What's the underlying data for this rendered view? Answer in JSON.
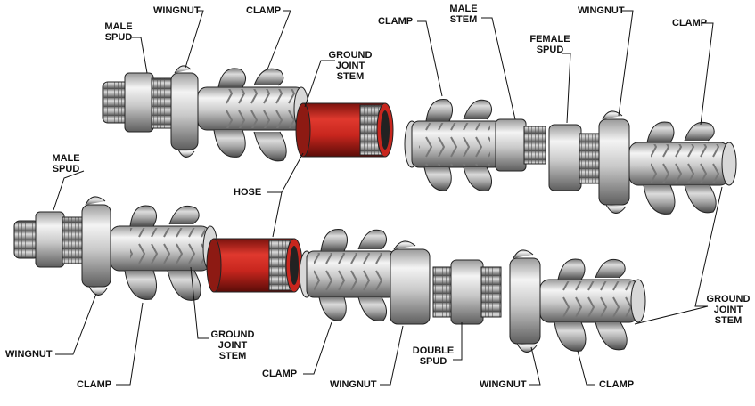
{
  "labels": {
    "male_spud_top": "MALE SPUD",
    "wingnut_top": "WINGNUT",
    "clamp_top_left": "CLAMP",
    "ground_joint_stem_top": "GROUND JOINT STEM",
    "clamp_top_mid": "CLAMP",
    "male_stem_top": "MALE STEM",
    "female_spud_top": "FEMALE SPUD",
    "wingnut_top_right": "WINGNUT",
    "clamp_top_right": "CLAMP",
    "male_spud_left": "MALE SPUD",
    "hose": "HOSE",
    "wingnut_bottom_left": "WINGNUT",
    "clamp_bottom_left": "CLAMP",
    "ground_joint_stem_bottom": "GROUND JOINT STEM",
    "clamp_bottom_mid": "CLAMP",
    "wingnut_bottom_mid": "WINGNUT",
    "double_spud": "DOUBLE SPUD",
    "wingnut_bottom_right": "WINGNUT",
    "clamp_bottom_right": "CLAMP",
    "ground_joint_stem_right": "GROUND JOINT STEM"
  },
  "colors": {
    "metal_light": "#e6e6e6",
    "metal_mid": "#b8b8b8",
    "metal_dark": "#6d6d6d",
    "hose_red": "#c8261e",
    "hose_dark": "#7a120d",
    "outline": "#222222"
  }
}
